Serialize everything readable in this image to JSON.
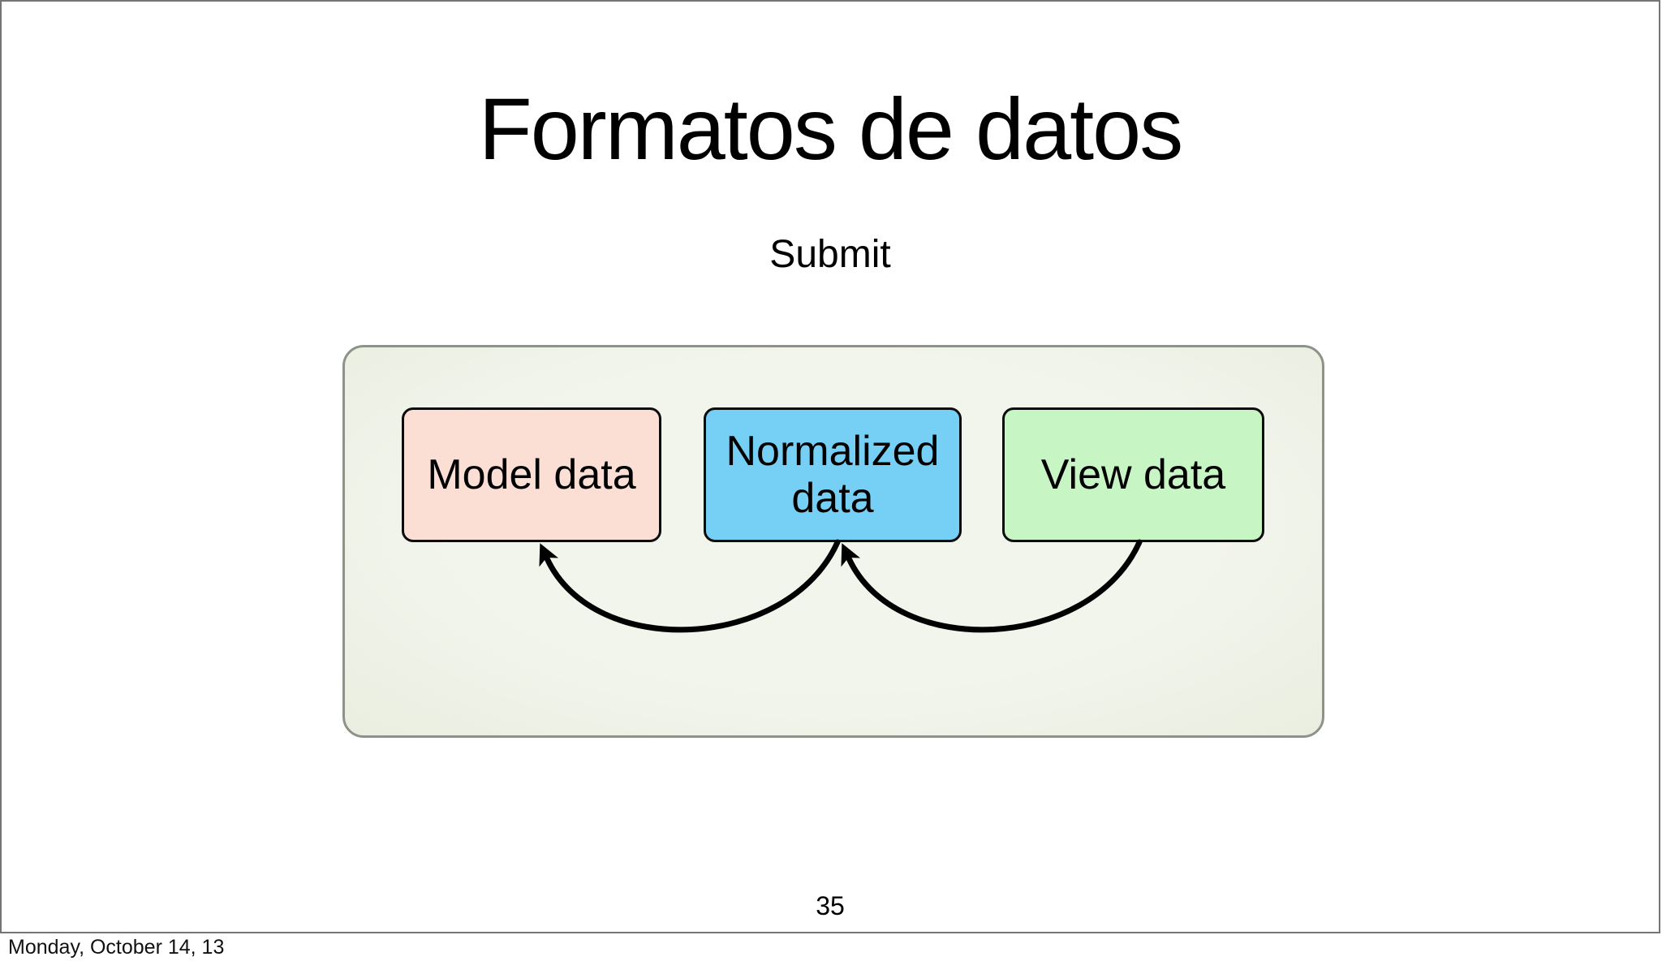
{
  "slide": {
    "title": "Formatos de datos",
    "subtitle": "Submit",
    "page_number": "35"
  },
  "diagram": {
    "panel": {
      "fill": "#eff2e7",
      "border_color": "#8e938a"
    },
    "boxes": [
      {
        "label": "Model data",
        "fill": "#fcdfd4"
      },
      {
        "label": "Normalized data",
        "fill": "#76cff5"
      },
      {
        "label": "View data",
        "fill": "#c7f6c4"
      }
    ],
    "arrows": [
      {
        "from": "Normalized data",
        "to": "Model data"
      },
      {
        "from": "View data",
        "to": "Normalized data"
      }
    ],
    "arrow_color": "#000000"
  },
  "footer": {
    "date": "Monday, October 14, 13"
  }
}
